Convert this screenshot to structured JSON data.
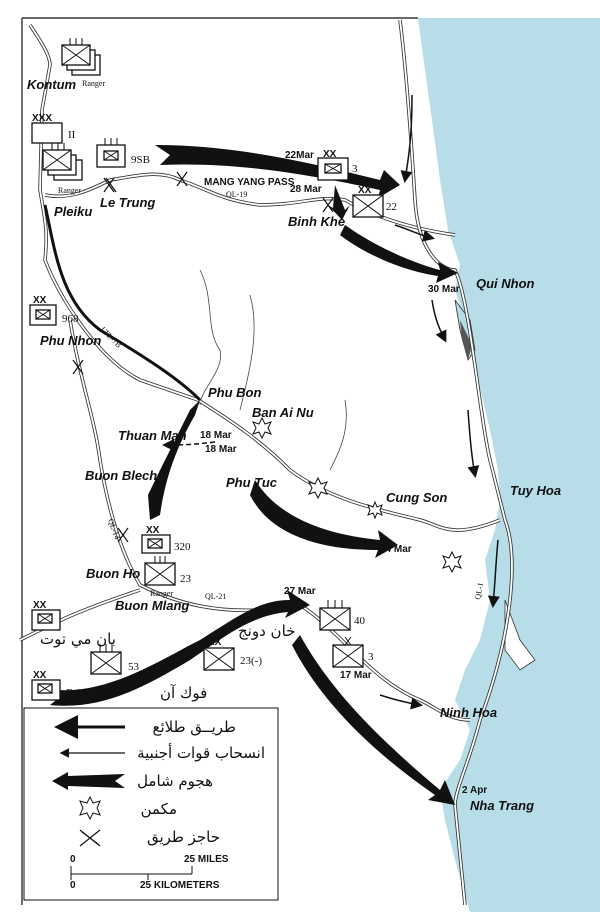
{
  "colors": {
    "sea": "#b7dde9",
    "ink": "#111111"
  },
  "places": {
    "kontum": "Kontum",
    "pleiku": "Pleiku",
    "le_trung": "Le Trung",
    "binh_khe": "Binh Khe",
    "qui_nhon": "Qui Nhon",
    "phu_nhon": "Phu Nhon",
    "phu_bon": "Phu Bon",
    "ban_ai_nu": "Ban Ai Nu",
    "thuan_man": "Thuan Man",
    "buon_blech": "Buon Blech",
    "phu_tuc": "Phu Tuc",
    "cung_son": "Cung Son",
    "tuy_hoa": "Tuy Hoa",
    "buon_ho": "Buon Ho",
    "buon_mlang": "Buon Mlang",
    "ninh_hoa": "Ninh Hoa",
    "nha_trang": "Nha Trang",
    "ban_me_thuot": "بان مي توت",
    "khanh_duong": "خان دونج",
    "phuoc_an": "فوك آن"
  },
  "roads": {
    "mang_yang": "MANG YANG PASS",
    "ql19": "QL-19",
    "ltl7b": "LTL-7B",
    "ql21": "QL-21",
    "ql1": "QL-1",
    "ql14": "QL-14"
  },
  "dates": {
    "d22": "22Mar",
    "d28": "28 Mar",
    "d30": "30 Mar",
    "d18a": "18 Mar",
    "d18b": "18 Mar",
    "d24": "24 Mar",
    "d27": "27 Mar",
    "d17": "17 Mar",
    "d2apr": "2 Apr"
  },
  "units": {
    "ranger1": "Ranger",
    "ii": "II",
    "ranger2": "Ranger",
    "u9sb": "9SB",
    "u3": "3",
    "u22": "22",
    "u968": "968",
    "u320": "320",
    "u23": "23",
    "ranger3": "Ranger",
    "u40": "40",
    "u3b": "3",
    "u53": "53",
    "u23m": "23(-)",
    "f10": "F-10"
  },
  "legend": {
    "items": [
      {
        "label": "طريــق طلائع",
        "icon": "thick-line-arrow"
      },
      {
        "label": "انسحاب قوات أجنبية",
        "icon": "thin-line-arrow"
      },
      {
        "label": "هجوم شامل",
        "icon": "broad-arrow"
      },
      {
        "label": "مكمن",
        "icon": "ambush-star"
      },
      {
        "label": "حاجز طريق",
        "icon": "roadblock-cross"
      }
    ],
    "scale": {
      "zero_mi": "0",
      "miles": "25 MILES",
      "zero_km": "0",
      "km": "25 KILOMETERS"
    }
  }
}
